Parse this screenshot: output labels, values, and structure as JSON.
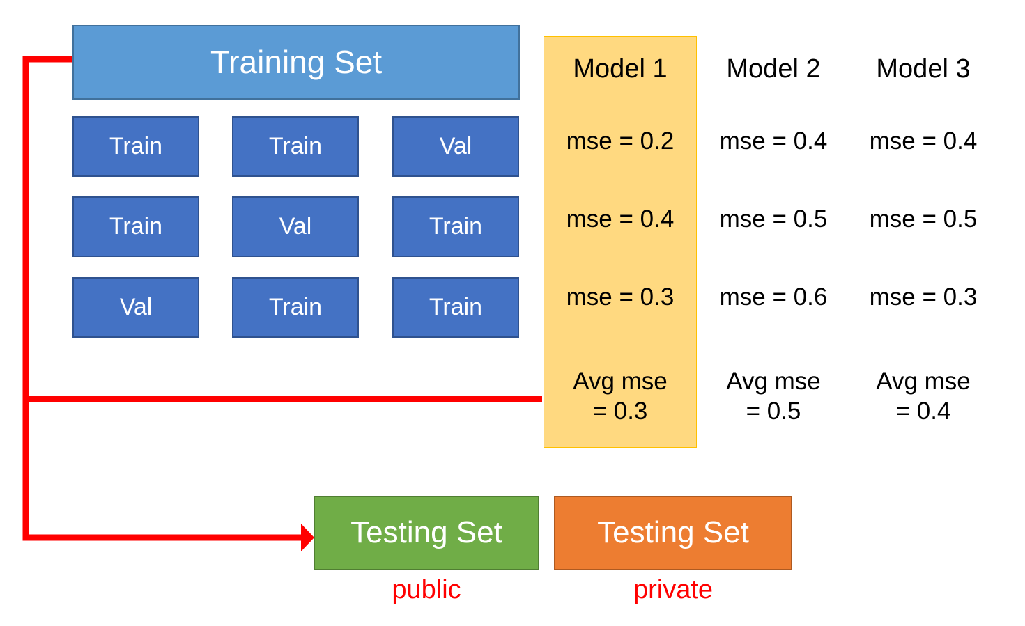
{
  "diagram": {
    "title_box": {
      "label": "Training Set"
    },
    "folds": {
      "rows": [
        [
          "Train",
          "Train",
          "Val"
        ],
        [
          "Train",
          "Val",
          "Train"
        ],
        [
          "Val",
          "Train",
          "Train"
        ]
      ]
    },
    "models": [
      {
        "header": "Model 1",
        "mse": [
          "mse = 0.2",
          "mse = 0.4",
          "mse = 0.3"
        ],
        "avg": "Avg mse\n= 0.3",
        "highlighted": true
      },
      {
        "header": "Model 2",
        "mse": [
          "mse = 0.4",
          "mse = 0.5",
          "mse = 0.6"
        ],
        "avg": "Avg mse\n= 0.5",
        "highlighted": false
      },
      {
        "header": "Model 3",
        "mse": [
          "mse = 0.4",
          "mse = 0.5",
          "mse = 0.3"
        ],
        "avg": "Avg mse\n= 0.4",
        "highlighted": false
      }
    ],
    "testing_public": {
      "label": "Testing Set",
      "caption": "public"
    },
    "testing_private": {
      "label": "Testing Set",
      "caption": "private"
    },
    "colors": {
      "training_set_fill": "#5B9BD5",
      "training_set_stroke": "#41719C",
      "fold_fill": "#4472C4",
      "fold_stroke": "#2F528F",
      "highlight_fill": "#FFD980",
      "highlight_stroke": "#FFC000",
      "testing_public_fill": "#70AD47",
      "testing_private_fill": "#ED7D31",
      "connector": "#FF0000",
      "text_dark": "#000000",
      "text_light": "#FFFFFF"
    }
  }
}
